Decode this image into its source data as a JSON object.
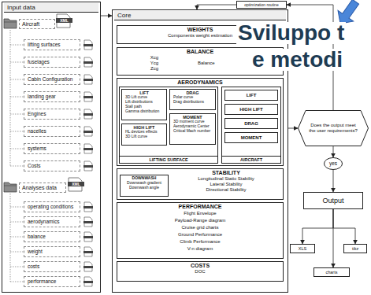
{
  "diagram": {
    "nodes": [
      {
        "text": [
          "Input data"
        ]
      },
      {
        "text": [
          "Aircraft"
        ],
        "in": 0
      },
      {
        "text": [
          "lifting surfaces"
        ],
        "in": 0
      },
      {
        "text": [
          "fuselages"
        ],
        "in": 0
      },
      {
        "text": [
          "Cabin Configuration"
        ],
        "in": 0
      },
      {
        "text": [
          "landing gear"
        ],
        "in": 0
      },
      {
        "text": [
          "Engines"
        ],
        "in": 0
      },
      {
        "text": [
          "nacelles"
        ],
        "in": 0
      },
      {
        "text": [
          "systems"
        ],
        "in": 0
      },
      {
        "text": [
          "Costs"
        ],
        "in": 0
      },
      {
        "text": [
          "Analyses data"
        ],
        "in": 0
      },
      {
        "text": [
          "operating conditions"
        ],
        "in": 0
      },
      {
        "text": [
          "aerodynamics"
        ],
        "in": 0
      },
      {
        "text": [
          "balance"
        ],
        "in": 0
      },
      {
        "text": [
          "weight"
        ],
        "in": 0
      },
      {
        "text": [
          "costs"
        ],
        "in": 0
      },
      {
        "text": [
          "performance"
        ],
        "in": 0
      },
      {
        "text": [
          "Core"
        ]
      },
      {
        "text": [
          "WEIGHTS",
          "Components weight estimation"
        ],
        "in": 17
      },
      {
        "text": [
          "BALANCE",
          "Xcg",
          "Ycg",
          "Zcg",
          "Balance"
        ],
        "in": 17
      },
      {
        "text": [
          "AERODYNAMICS"
        ],
        "in": 17
      },
      {
        "text": [
          "LIFTING SURFACE"
        ],
        "in": 20
      },
      {
        "text": [
          "LIFT",
          "3D Lift curve",
          "Lift distributions",
          "Stall path",
          "Gamma distribution"
        ],
        "in": 21
      },
      {
        "text": [
          "DRAG",
          "Polar curve",
          "Drag distributions"
        ],
        "in": 21
      },
      {
        "text": [
          "HIGH LIFT",
          "HL devices effects",
          "3D Lift curve"
        ],
        "in": 21
      },
      {
        "text": [
          "MOMENT",
          "3D moment curve",
          "Aerodynamic Center",
          "Critical Mach number"
        ],
        "in": 21
      },
      {
        "text": [
          "AIRCRAFT"
        ],
        "in": 20
      },
      {
        "text": [
          "LIFT"
        ],
        "in": 26
      },
      {
        "text": [
          "HIGH LIFT"
        ],
        "in": 26
      },
      {
        "text": [
          "DRAG"
        ],
        "in": 26
      },
      {
        "text": [
          "MOMENT"
        ],
        "in": 26
      },
      {
        "text": [
          "STABILITY",
          "Longitudinal Static Stability",
          "Lateral Stability",
          "Directional Stability"
        ],
        "in": 17
      },
      {
        "text": [
          "DOWNWASH",
          "Downwash gradient",
          "Downwash angle"
        ],
        "in": 31
      },
      {
        "text": [
          "PERFORMANCE",
          "Flight Envelope",
          "Payload-Range diagram",
          "Cruise grid charts",
          "Ground Performance",
          "Climb Performance",
          "V-n diagram"
        ],
        "in": 17
      },
      {
        "text": [
          "COSTS",
          "DOC"
        ],
        "in": 17
      },
      {
        "text": [
          "optimization routine"
        ]
      },
      {
        "text": [
          "Does the output meet the user requirements?"
        ]
      },
      {
        "text": [
          "yes"
        ]
      },
      {
        "text": [
          "Output"
        ]
      },
      {
        "text": [
          "XLS"
        ]
      },
      {
        "text": [
          "tikz"
        ]
      },
      {
        "text": [
          "charts"
        ]
      }
    ],
    "edges": [
      {
        "from": 0,
        "to": 17,
        "arrow": "to"
      },
      {
        "from": 17,
        "to": 36,
        "arrow": "to"
      },
      {
        "from": 36,
        "to": 35,
        "arrow": "to"
      },
      {
        "from": 35,
        "to": 17,
        "arrow": "to"
      },
      {
        "from": 36,
        "to": 37,
        "arrow": "to"
      },
      {
        "from": 37,
        "to": 38,
        "arrow": "to"
      },
      {
        "from": 38,
        "to": 39,
        "arrow": "to"
      },
      {
        "from": 38,
        "to": 40,
        "arrow": "to"
      },
      {
        "from": 38,
        "to": 41,
        "arrow": "to"
      }
    ],
    "labels": [
      "XML",
      "XML",
      "Sviluppo t",
      "e metodi"
    ]
  }
}
